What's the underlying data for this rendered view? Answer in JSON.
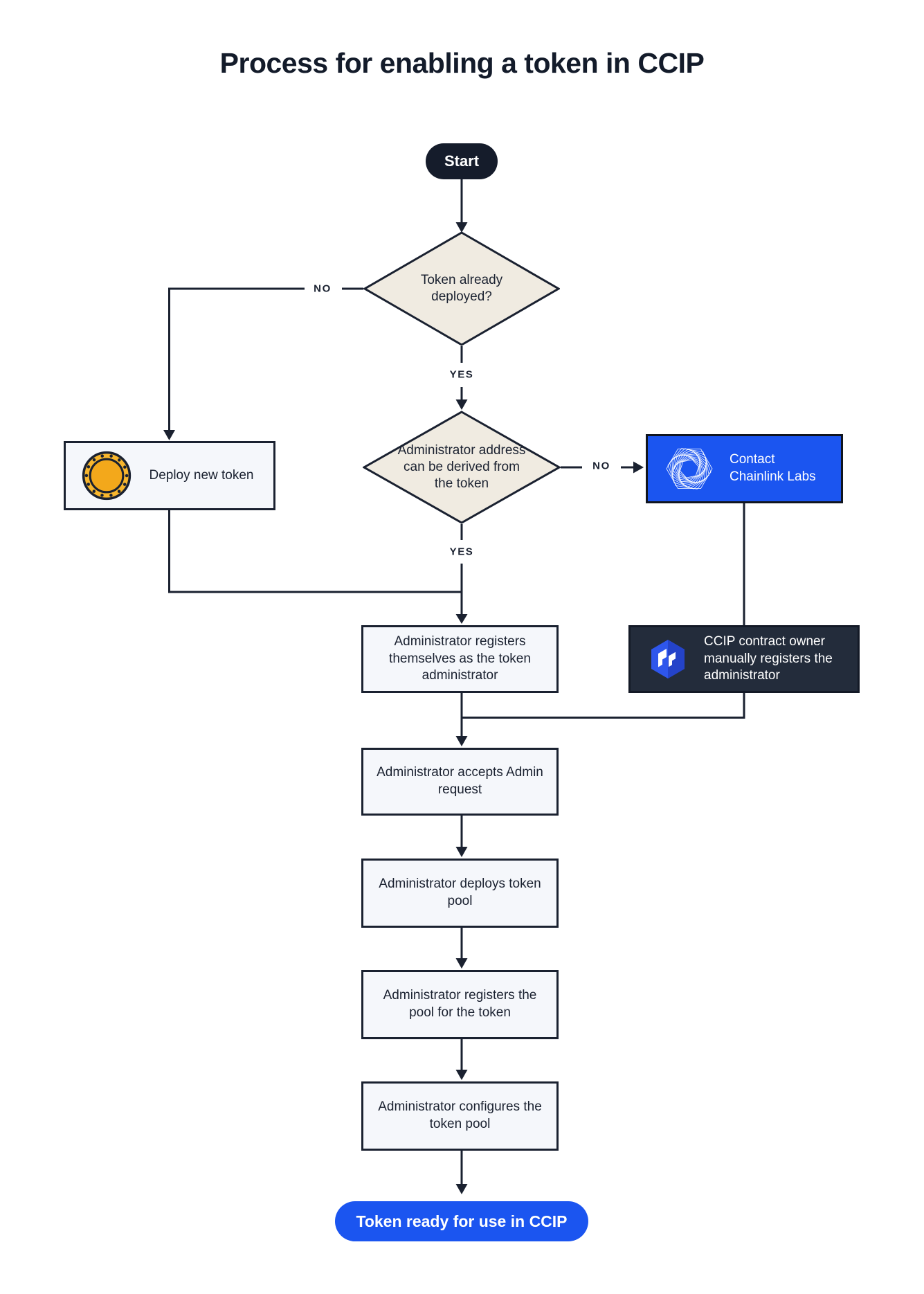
{
  "title": "Process for enabling a token in CCIP",
  "terminals": {
    "start": "Start",
    "end": "Token ready for use in CCIP"
  },
  "decisions": [
    {
      "question": "Token already deployed?"
    },
    {
      "question": "Administrator address can be derived from the token"
    }
  ],
  "steps": [
    {
      "label": "Deploy new token",
      "icon": "coin-icon"
    },
    {
      "label": "Contact Chainlink Labs",
      "icon": "chainlink-spiral-icon"
    },
    {
      "label": "Administrator registers themselves as the token administrator"
    },
    {
      "label": "CCIP contract owner manually registers the administrator",
      "icon": "ccip-logo-icon"
    },
    {
      "label": "Administrator accepts Admin request"
    },
    {
      "label": "Administrator deploys token pool"
    },
    {
      "label": "Administrator registers the pool for the token"
    },
    {
      "label": "Administrator configures the token pool"
    }
  ],
  "edge_labels": {
    "no1": "NO",
    "yes1": "YES",
    "no2": "NO",
    "yes2": "YES"
  },
  "colors": {
    "ink": "#1A2130",
    "accent_blue": "#1B55F0",
    "diamond_fill": "#F0EBE1",
    "box_fill": "#F5F7FB",
    "dark_box_fill": "#232C3B",
    "start_pill_fill": "#151C2B",
    "coin_gold": "#F8B62D"
  }
}
